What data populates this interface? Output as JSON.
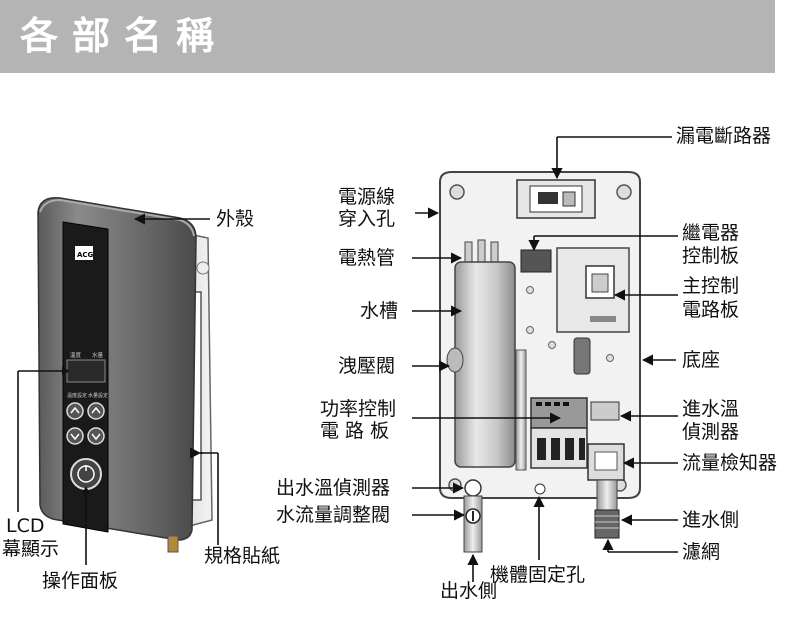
{
  "title": "各部名稱",
  "left_unit_labels": {
    "shell": "外殼",
    "lcd": "LCD",
    "lcd2": "幕顯示",
    "control_panel": "操作面板",
    "spec_sticker": "規格貼紙"
  },
  "left_unit_panel": {
    "brand": "ACG",
    "lcd_left": "溫度",
    "lcd_right": "水量",
    "btn_row_left": "溫度設定",
    "btn_row_right": "水量設定"
  },
  "right_unit_labels": {
    "leakage_breaker": "漏電斷路器",
    "cable_inlet_1": "電源線",
    "cable_inlet_2": "穿入孔",
    "relay_board_1": "繼電器",
    "relay_board_2": "控制板",
    "heating_tube": "電熱管",
    "main_board_1": "主控制",
    "main_board_2": "電路板",
    "water_tank": "水槽",
    "relief_valve": "洩壓閥",
    "base": "底座",
    "power_board_1": "功率控制",
    "power_board_2": "電 路 板",
    "inlet_temp_1": "進水溫",
    "inlet_temp_2": "偵測器",
    "flow_detector": "流量檢知器",
    "outlet_temp": "出水溫偵測器",
    "flow_valve": "水流量調整閥",
    "inlet_side": "進水側",
    "filter": "濾網",
    "mount_hole": "機體固定孔",
    "outlet_side": "出水側"
  }
}
